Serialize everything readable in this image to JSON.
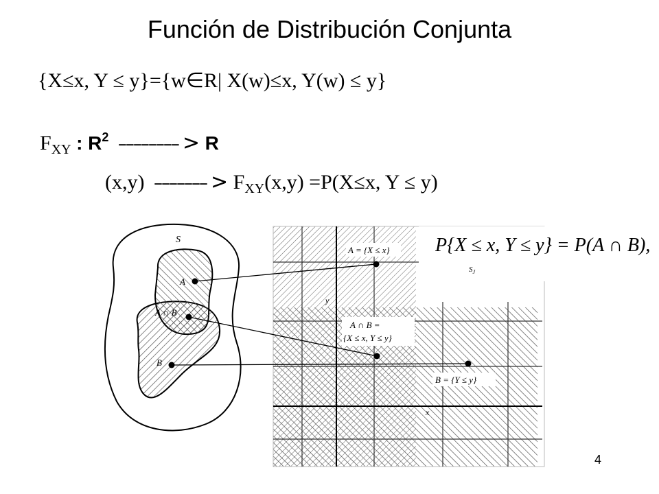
{
  "title": "Función de Distribución Conjunta",
  "event_definition": "{X≤x, Y ≤ y}={w∈R| X(w)≤x, Y(w) ≤ y}",
  "mapping": {
    "f": "F",
    "f_sub": "XY",
    "domain_prefix": ": R",
    "domain_sup": "2",
    "arrow": "––––––––",
    "arrow_head": ">",
    "codomain": "R"
  },
  "mapping2": {
    "arg": "(x,y)",
    "arrow": "–––––––",
    "arrow_head": ">",
    "f": "F",
    "f_sub": "XY",
    "rest": "(x,y) =P(X≤x, Y ≤ y)"
  },
  "figure": {
    "label_s": "S",
    "label_a": "A",
    "label_ab": "A ∩ B",
    "label_b": "B",
    "box_a": "A = {X ≤ x}",
    "box_ab_line1": "A ∩ B =",
    "box_ab_line2": "{X ≤ x, Y ≤ y}",
    "box_b": "B = {Y ≤ y}",
    "axis_y": "y",
    "axis_x": "x",
    "label_sj": "S",
    "label_sj_sub": "J",
    "formula": "P{X ≤ x, Y ≤ y} = P(A ∩ B),"
  },
  "page_number": "4"
}
